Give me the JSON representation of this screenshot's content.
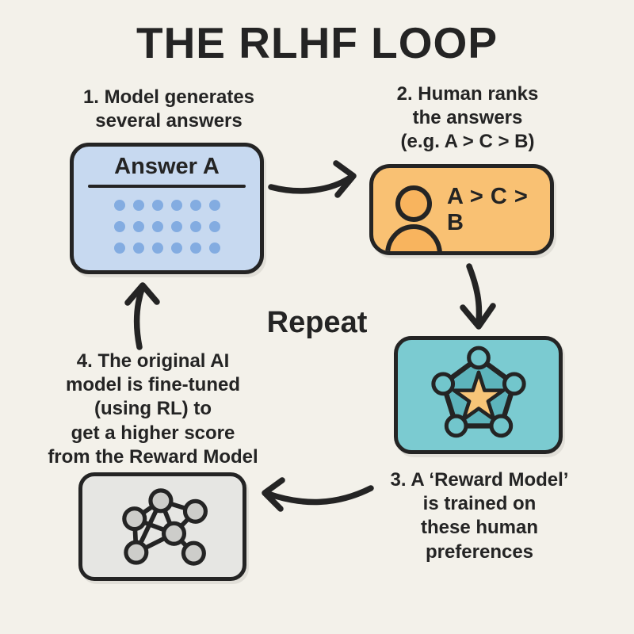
{
  "title": "THE RLHF LOOP",
  "center_label": "Repeat",
  "steps": {
    "step1": {
      "lines": [
        "1. Model generates",
        "several answers"
      ]
    },
    "step2": {
      "lines": [
        "2. Human ranks",
        "the answers",
        "(e.g. A > C > B)"
      ]
    },
    "step3": {
      "lines": [
        "3. A ‘Reward Model’",
        "is trained on",
        "these human",
        "preferences"
      ]
    },
    "step4": {
      "lines": [
        "4. The original AI",
        "model is fine-tuned",
        "(using RL) to",
        "get a higher score",
        "from the Reward Model"
      ]
    }
  },
  "cards": {
    "answers": {
      "title": "Answer A",
      "icon": "dot-grid-icon",
      "dot_rows": 3,
      "dot_cols": 6
    },
    "ranking": {
      "text": "A > C > B",
      "icon": "person-icon"
    },
    "reward": {
      "icon": "pentagon-star-network-icon"
    },
    "policy": {
      "icon": "neural-network-icon"
    }
  },
  "colors": {
    "background": "#f3f1ea",
    "ink": "#242424",
    "answers_card_fill": "#c7d9f0",
    "answer_dot": "#83ace1",
    "ranking_card_fill": "#f9c173",
    "person_fill": "#f8b45e",
    "reward_card_fill": "#7bcbd1",
    "pentagon_fill": "#5db4bc",
    "node_teal_fill": "#72c6cc",
    "star_fill": "#f7c578",
    "policy_card_fill": "#e6e6e3",
    "node_gray_fill": "#cdcdca"
  }
}
